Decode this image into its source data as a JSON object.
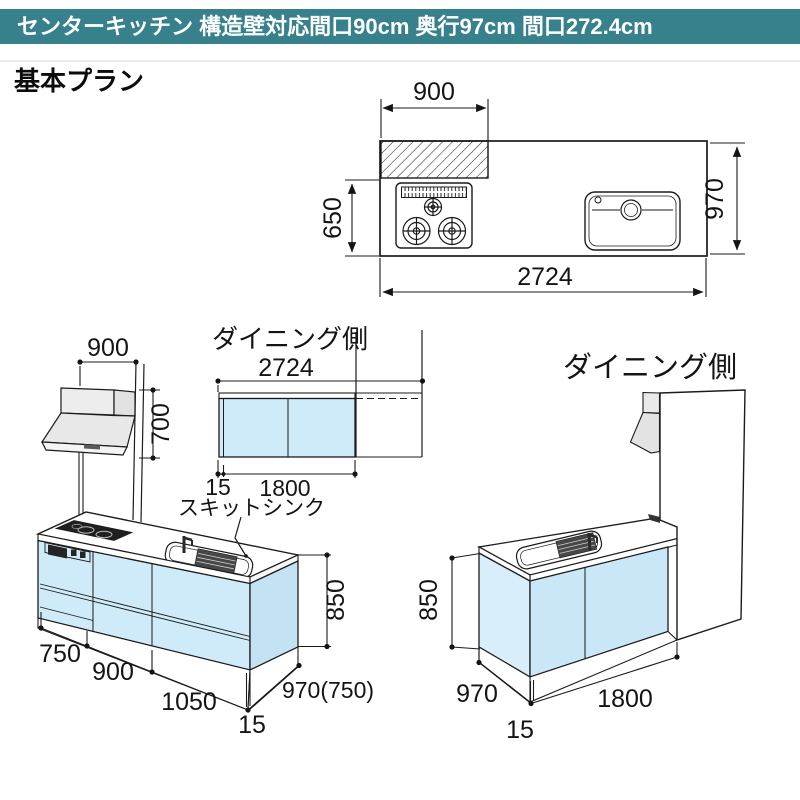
{
  "header": {
    "title": "センターキッチン 構造壁対応間口90cm 奥行97cm 間口272.4cm"
  },
  "section": {
    "title": "基本プラン"
  },
  "colors": {
    "header_bg": "#37818d",
    "cabinet_blue": "#cfeaf8",
    "cabinet_blue_shade": "#c3e3f4",
    "hood_gray": "#ebebeb",
    "line": "#1b1b1b"
  },
  "plan_view": {
    "hood_width": "900",
    "left_depth": "650",
    "depth": "970",
    "total_width": "2724"
  },
  "hood_elevation": {
    "width": "900",
    "height": "700"
  },
  "wall_cabinet_elevation": {
    "label": "ダイニング側",
    "total_width": "2724",
    "filler_width": "15",
    "cabinet_width": "1800"
  },
  "front_elevation": {
    "sink_label": "スキットシンク",
    "seg_750": "750",
    "seg_900": "900",
    "seg_1050": "1050",
    "end_panel": "15",
    "depth": "970(750)",
    "height": "850"
  },
  "dining_elevation": {
    "label": "ダイニング側",
    "height": "850",
    "depth": "970",
    "end_panel": "15",
    "width": "1800"
  }
}
